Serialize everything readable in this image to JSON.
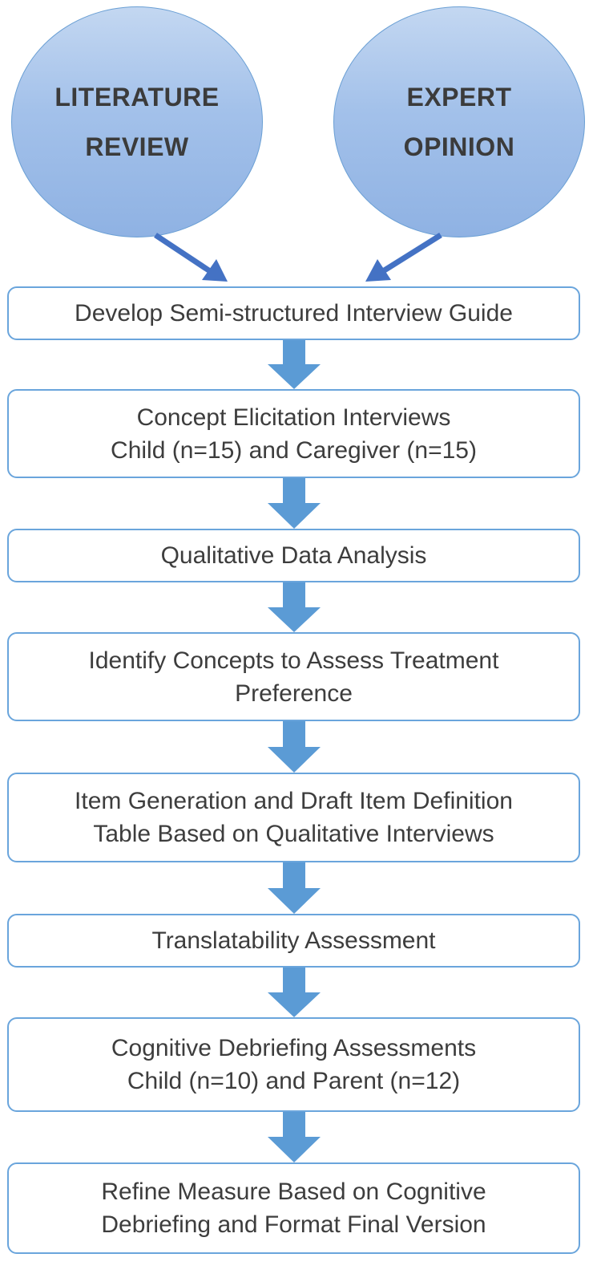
{
  "sources": [
    {
      "id": "literature",
      "lines": [
        "LITERATURE",
        "REVIEW"
      ]
    },
    {
      "id": "expert",
      "lines": [
        "EXPERT",
        "OPINION"
      ]
    }
  ],
  "steps": [
    {
      "lines": [
        "Develop Semi-structured Interview Guide"
      ]
    },
    {
      "lines": [
        "Concept Elicitation Interviews",
        "Child (n=15) and Caregiver (n=15)"
      ]
    },
    {
      "lines": [
        "Qualitative Data Analysis"
      ]
    },
    {
      "lines": [
        "Identify Concepts to Assess Treatment",
        "Preference"
      ]
    },
    {
      "lines": [
        "Item Generation and Draft Item Definition",
        "Table Based on Qualitative Interviews"
      ]
    },
    {
      "lines": [
        "Translatability Assessment"
      ]
    },
    {
      "lines": [
        "Cognitive Debriefing Assessments",
        "Child (n=10) and Parent (n=12)"
      ]
    },
    {
      "lines": [
        "Refine Measure Based on Cognitive",
        "Debriefing and Format Final Version"
      ]
    }
  ],
  "colors": {
    "circle_fill_top": "#c3d7f1",
    "circle_fill_bottom": "#8fb2e3",
    "circle_border": "#6a9fd4",
    "box_border": "#6aa5dc",
    "down_arrow": "#5b9bd5",
    "diagonal_arrow": "#4472c4",
    "text": "#3d3d3d"
  }
}
